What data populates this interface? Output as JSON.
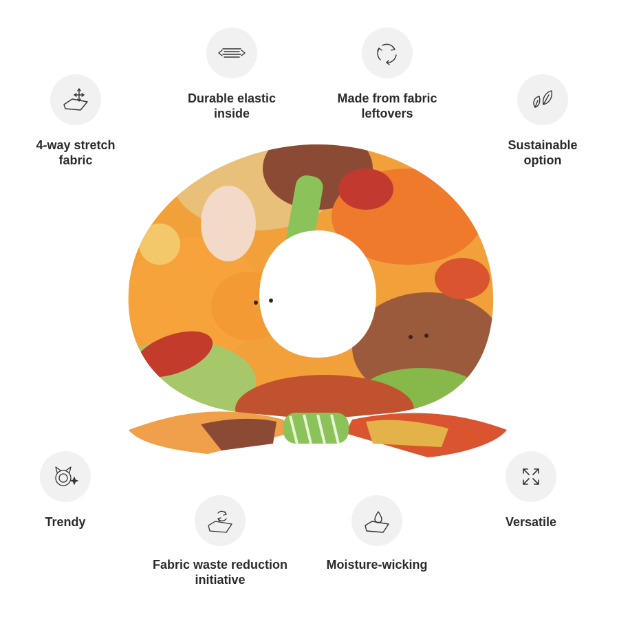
{
  "features": {
    "stretch": {
      "label": "4-way stretch\nfabric",
      "icon": "stretch-fabric-icon"
    },
    "elastic": {
      "label": "Durable elastic\ninside",
      "icon": "elastic-icon"
    },
    "leftover": {
      "label": "Made from fabric\nleftovers",
      "icon": "recycle-icon"
    },
    "sustain": {
      "label": "Sustainable\noption",
      "icon": "leaves-icon"
    },
    "trendy": {
      "label": "Trendy",
      "icon": "trendy-icon"
    },
    "waste": {
      "label": "Fabric waste reduction\ninitiative",
      "icon": "fabric-recycle-icon"
    },
    "moist": {
      "label": "Moisture-wicking",
      "icon": "moisture-drop-icon"
    },
    "versa": {
      "label": "Versatile",
      "icon": "expand-arrows-icon"
    }
  },
  "colors": {
    "icon_bg": "#f1f1f1",
    "text": "#2b2b2b",
    "print_orange": "#f08a24",
    "print_brown": "#8b4a33",
    "print_green": "#8fbf4a",
    "print_red": "#c83a2a"
  }
}
